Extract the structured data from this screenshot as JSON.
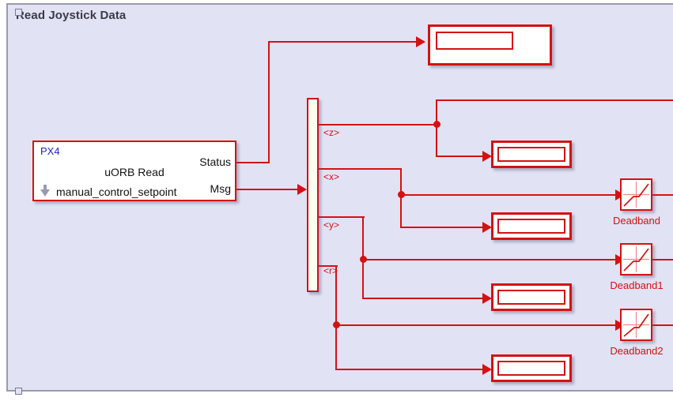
{
  "window": {
    "title": "Read Joystick Data",
    "background_color": "#e2e2f5",
    "block_color": "#d41212",
    "handle_name": "resize-handle"
  },
  "blocks": {
    "uorb_read": {
      "vendor": "PX4",
      "name": "uORB Read",
      "topic": "manual_control_setpoint",
      "output_ports": [
        {
          "label": "Status"
        },
        {
          "label": "Msg"
        }
      ],
      "input_port_icon": "down-arrow-icon"
    },
    "bus_selector": {
      "name": "bus-selector",
      "signals": [
        {
          "label": "<z>"
        },
        {
          "label": "<x>"
        },
        {
          "label": "<y>"
        },
        {
          "label": "<r>"
        }
      ]
    },
    "displays": [
      {
        "name": "display-status",
        "value": ""
      },
      {
        "name": "display-z",
        "value": ""
      },
      {
        "name": "display-x",
        "value": ""
      },
      {
        "name": "display-y",
        "value": ""
      },
      {
        "name": "display-r",
        "value": ""
      }
    ],
    "deadbands": [
      {
        "label": "Deadband",
        "icon": "deadband-curve-icon"
      },
      {
        "label": "Deadband1",
        "icon": "deadband-curve-icon"
      },
      {
        "label": "Deadband2",
        "icon": "deadband-curve-icon"
      }
    ]
  }
}
